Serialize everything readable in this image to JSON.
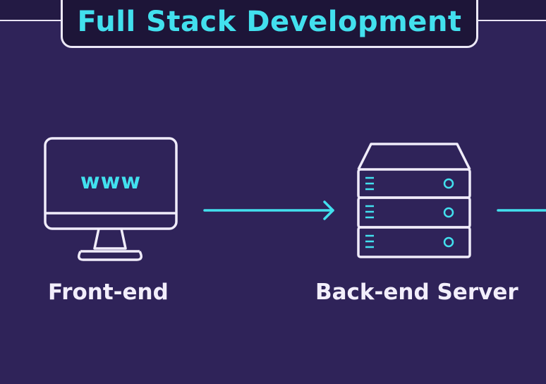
{
  "title": "Full Stack Development",
  "nodes": {
    "frontend": {
      "screen_text": "www",
      "label": "Front-end"
    },
    "backend": {
      "label": "Back-end Server"
    }
  },
  "colors": {
    "background": "#2f2359",
    "title_box": "#1d1538",
    "accent": "#42e0ee",
    "outline": "#ece8f6"
  },
  "icons": [
    "monitor-icon",
    "server-icon",
    "arrow-right-icon"
  ]
}
